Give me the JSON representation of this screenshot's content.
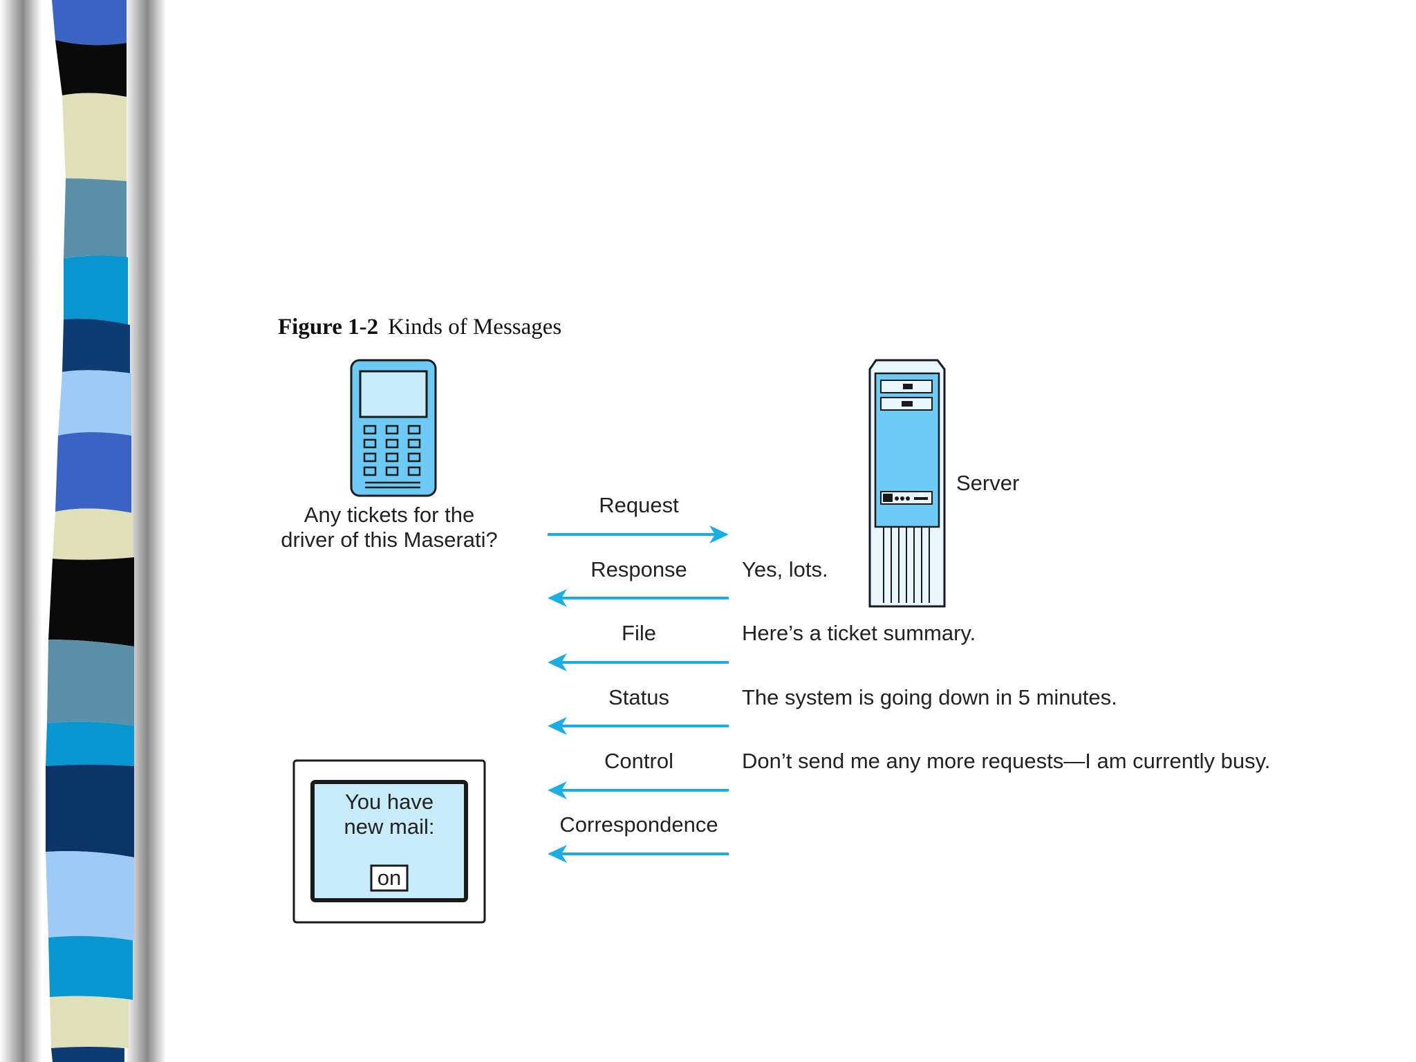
{
  "figure": {
    "number": "Figure 1-2",
    "title": "Kinds of Messages"
  },
  "client": {
    "question_line1": "Any tickets for the",
    "question_line2": "driver of this Maserati?"
  },
  "server": {
    "label": "Server"
  },
  "messages": [
    {
      "kind": "Request",
      "direction": "client-to-server",
      "text": ""
    },
    {
      "kind": "Response",
      "direction": "server-to-client",
      "text": "Yes, lots."
    },
    {
      "kind": "File",
      "direction": "server-to-client",
      "text": "Here’s a ticket summary."
    },
    {
      "kind": "Status",
      "direction": "server-to-client",
      "text": "The system is going down in 5 minutes."
    },
    {
      "kind": "Control",
      "direction": "server-to-client",
      "text": "Don’t send me any more requests—I am currently busy."
    },
    {
      "kind": "Correspondence",
      "direction": "server-to-client",
      "text": ""
    }
  ],
  "mail_notice": {
    "line1": "You have",
    "line2": "new mail:",
    "button": "on"
  },
  "colors": {
    "arrow": "#1aaee3",
    "device_fill": "#6ccaf4",
    "screen_fill": "#c9ecfb",
    "outline": "#1a1a1a"
  }
}
